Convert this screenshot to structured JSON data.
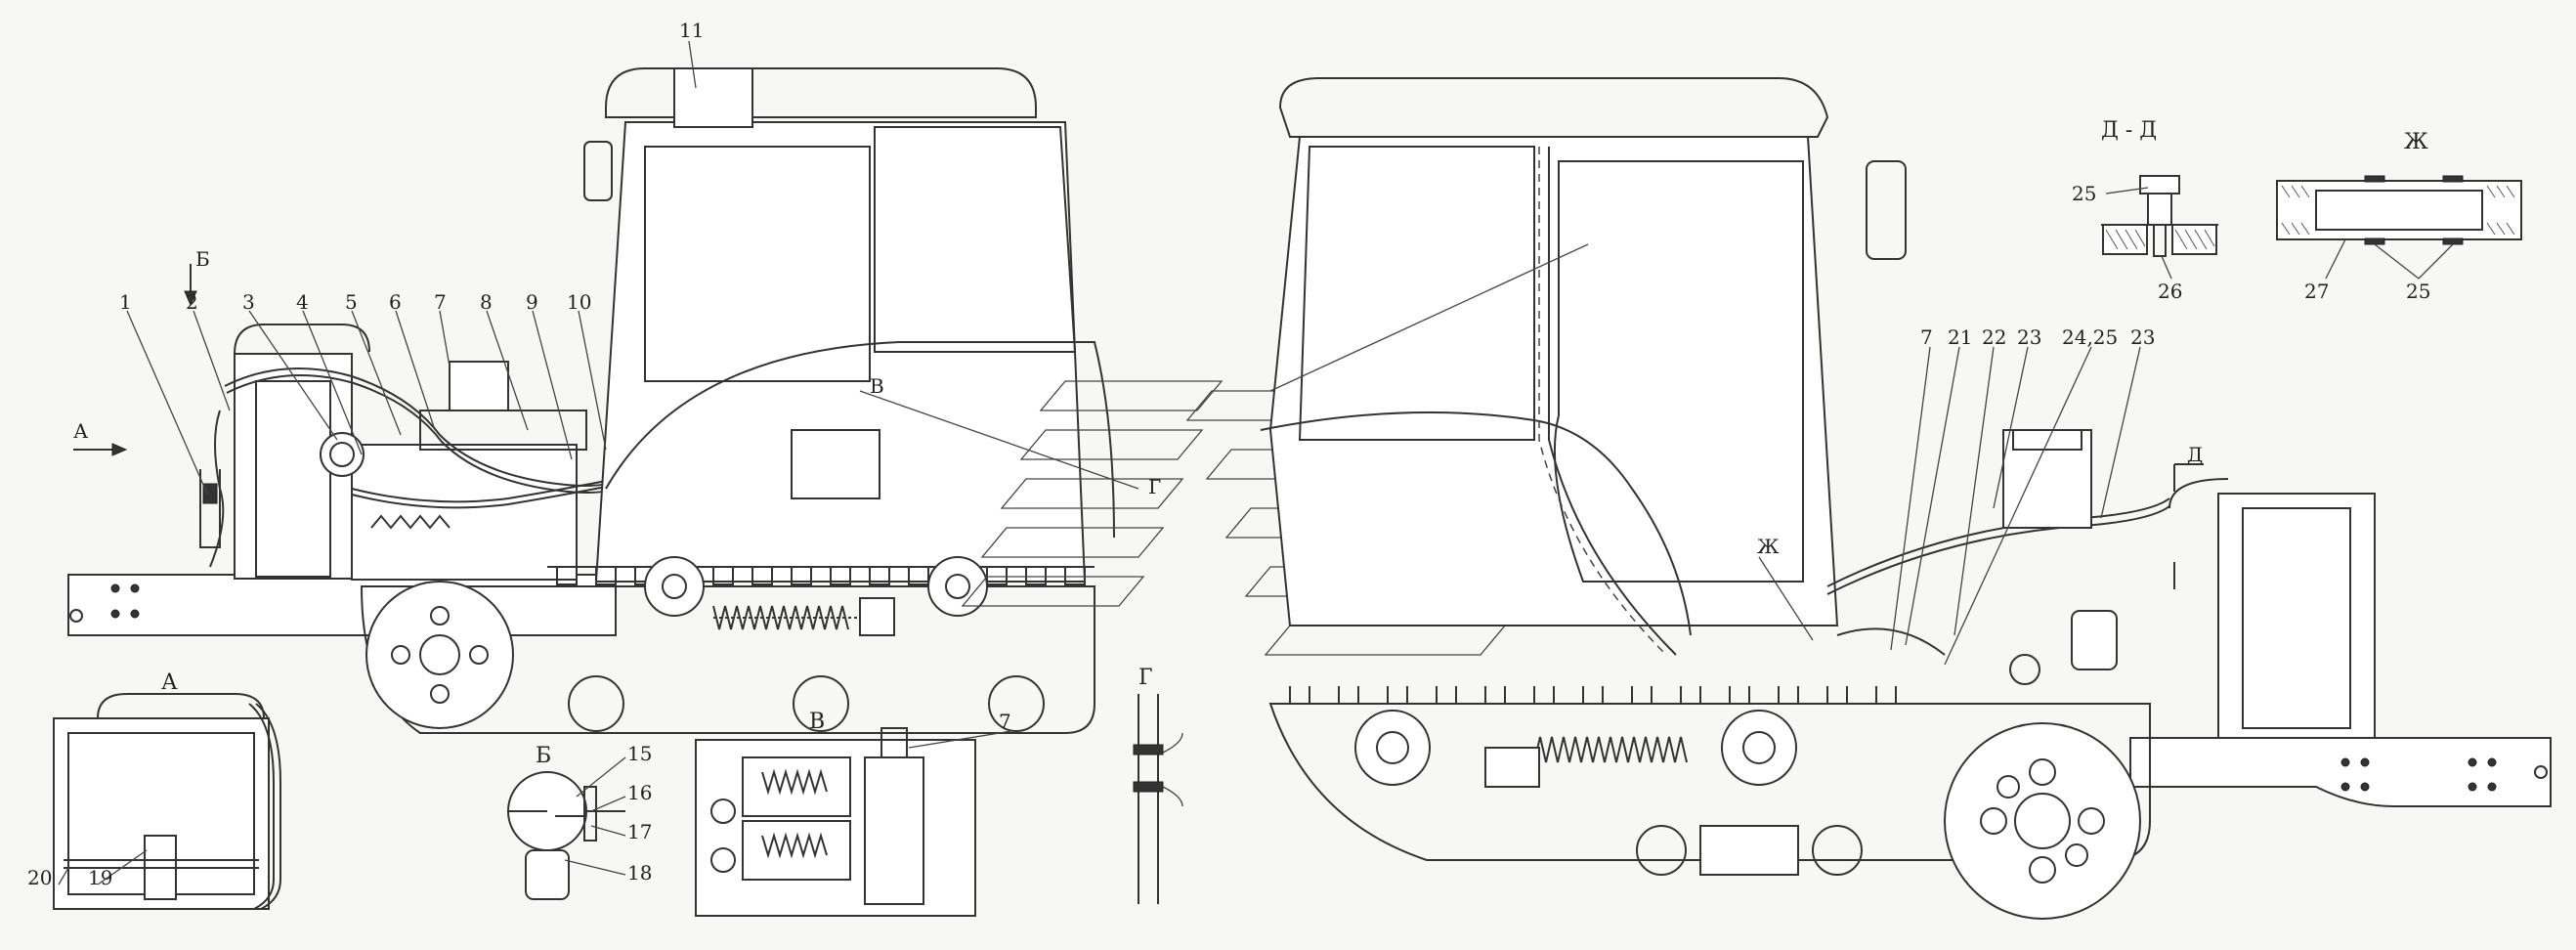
{
  "figure": {
    "type": "technical-drawing",
    "views": [
      {
        "name": "view-a",
        "label": "А"
      },
      {
        "name": "view-b",
        "label": "Б"
      },
      {
        "name": "view-v",
        "label": "В"
      },
      {
        "name": "view-g",
        "label": "Г"
      },
      {
        "name": "section-dd",
        "label": "Д - Д"
      },
      {
        "name": "view-zh",
        "label": "Ж"
      }
    ]
  },
  "callouts": {
    "n1": "1",
    "n2": "2",
    "n3": "3",
    "n4": "4",
    "n5": "5",
    "n6": "6",
    "n7": "7",
    "n8": "8",
    "n9": "9",
    "n10": "10",
    "n11": "11",
    "n15": "15",
    "n16": "16",
    "n17": "17",
    "n18": "18",
    "n19": "19",
    "n20": "20",
    "n21": "21",
    "n22": "22",
    "n23a": "23",
    "n23b": "23",
    "n2425": "24,25",
    "n25a": "25",
    "n25b": "25",
    "n26": "26",
    "n27": "27",
    "n7b": "7",
    "n7c": "7"
  },
  "markers": {
    "arrow_a": "А",
    "arrow_b": "Б",
    "marker_d": "Д",
    "marker_zh": "Ж",
    "marker_g": "Г",
    "marker_v": "В"
  }
}
